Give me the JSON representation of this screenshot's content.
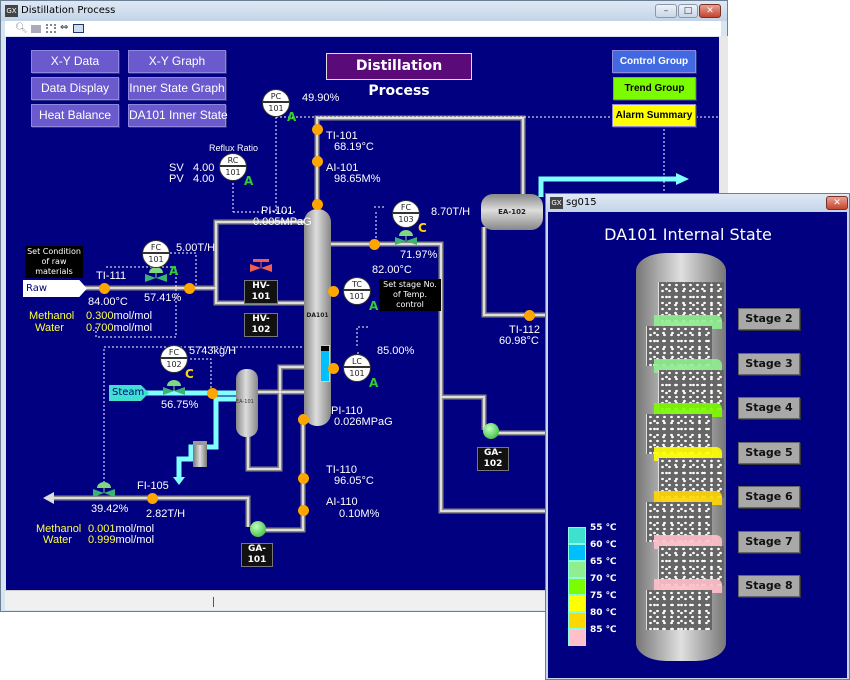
{
  "main_window": {
    "title": "Distillation Process",
    "min": "–",
    "max": "□",
    "close": "✕",
    "toolbar": [
      "zoom-icon",
      "print-icon",
      "network-icon",
      "arrow-icon",
      "screen-icon"
    ],
    "nav_buttons": [
      "X-Y Data",
      "X-Y Graph",
      "Data Display",
      "Inner State Graph",
      "Heat Balance",
      "DA101 Inner State"
    ],
    "right_buttons": {
      "control": "Control Group",
      "trend": "Trend Group",
      "alarm": "Alarm Summary"
    },
    "colors": {
      "background": "#000080",
      "nav": "#6a5acd",
      "control": "#4169e1",
      "trend": "#7cfc00",
      "alarm": "#ffff00",
      "title_box": "#5b0a7a"
    },
    "pc101": {
      "type": "PC",
      "num": "101",
      "mode": "A",
      "value": "49.90%"
    },
    "ti101": {
      "label": "TI-101",
      "value": "68.19°C"
    },
    "ai101": {
      "label": "AI-101",
      "value": "98.65M%"
    },
    "rc101": {
      "title": "Reflux Ratio",
      "type": "RC",
      "num": "101",
      "mode": "A",
      "sv_label": "SV",
      "sv": "4.00",
      "pv_label": "PV",
      "pv": "4.00"
    },
    "pi101": {
      "label": "PI-101",
      "value": "0.005MPaG"
    },
    "fc103": {
      "type": "FC",
      "num": "103",
      "mode": "C",
      "flow": "8.70T/H",
      "valve": "71.97%"
    },
    "feed": {
      "note": "Set Condition of raw materials",
      "label": "Raw materials",
      "ti_label": "TI-111",
      "temp": "84.00°C",
      "methanol_label": "Methanol",
      "methanol": "0.300",
      "water_label": "Water",
      "water": "0.700",
      "unit": "mol/mol"
    },
    "fc101": {
      "type": "FC",
      "num": "101",
      "mode": "A",
      "flow": "5.00T/H",
      "valve": "57.41%"
    },
    "hv101": "HV-101",
    "hv102": "HV-102",
    "column": "DA101",
    "tc101": {
      "type": "TC",
      "num": "101",
      "mode": "A",
      "value": "82.00°C",
      "note": "Set stage No. of Temp. control"
    },
    "lc101": {
      "type": "LC",
      "num": "101",
      "mode": "A",
      "value": "85.00%",
      "level_percent": 85
    },
    "fc102": {
      "type": "FC",
      "num": "102",
      "mode": "C",
      "flow": "5743kg/H",
      "valve": "56.75%",
      "steam": "Steam"
    },
    "ea101": "EA-101",
    "pi110": {
      "label": "PI-110",
      "value": "0.026MPaG"
    },
    "ti110": {
      "label": "TI-110",
      "value": "96.05°C"
    },
    "ai110": {
      "label": "AI-110",
      "value": "0.10M%"
    },
    "bottoms": {
      "fi_label": "FI-105",
      "flow": "2.82T/H",
      "valve": "39.42%",
      "methanol_label": "Methanol",
      "methanol": "0.001",
      "water_label": "Water",
      "water": "0.999",
      "unit": "mol/mol"
    },
    "ga101": "GA-101",
    "ga102": "GA-102",
    "ea102": "EA-102",
    "ti112": {
      "label": "TI-112",
      "value": "60.98°C"
    }
  },
  "popup": {
    "title": "sg015",
    "close": "✕",
    "heading": "DA101 Internal State",
    "stages": [
      "Stage 2",
      "Stage 3",
      "Stage 4",
      "Stage 5",
      "Stage 6",
      "Stage 7",
      "Stage 8"
    ],
    "stage_colors": [
      "#90ee90",
      "#90ee90",
      "#7cfc00",
      "#ffff00",
      "#ffd700",
      "#ffc0cb",
      "#ffc0cb"
    ],
    "legend": [
      {
        "label": "55 ℃",
        "color": "#40e0d0"
      },
      {
        "label": "60 ℃",
        "color": "#00bfff"
      },
      {
        "label": "65 ℃",
        "color": "#90ee90"
      },
      {
        "label": "70 ℃",
        "color": "#7cfc00"
      },
      {
        "label": "75 ℃",
        "color": "#ffff00"
      },
      {
        "label": "80 ℃",
        "color": "#ffd700"
      },
      {
        "label": "85 ℃",
        "color": "#ffc0cb"
      }
    ]
  }
}
